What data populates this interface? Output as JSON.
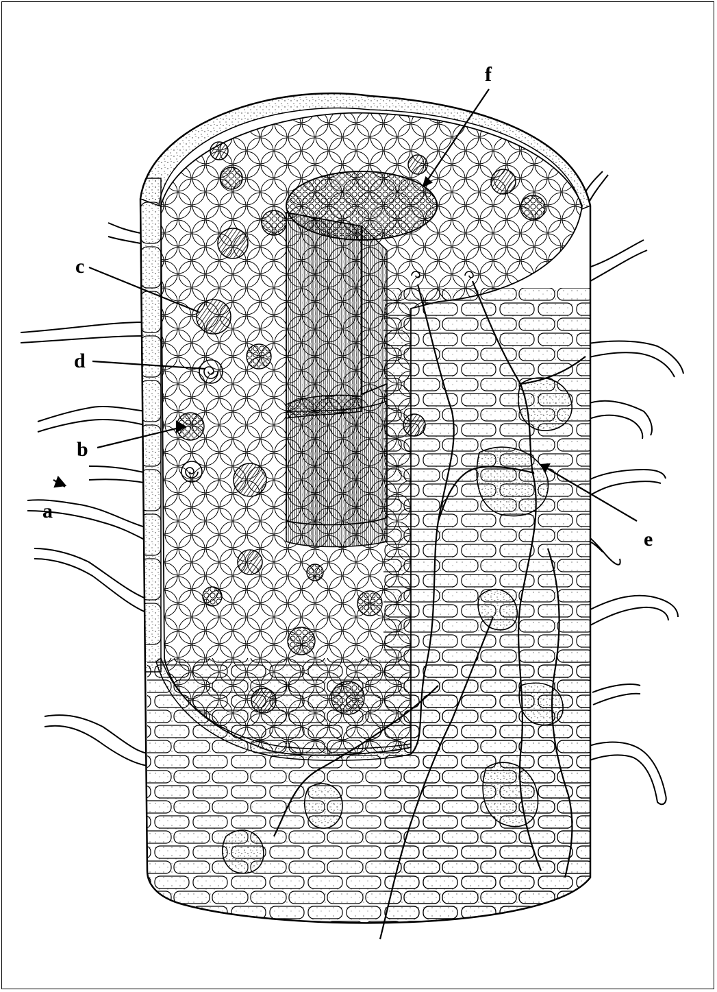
{
  "labels": {
    "a": "a",
    "b": "b",
    "c": "c",
    "d": "d",
    "e": "e",
    "f": "f"
  },
  "colors": {
    "ink": "#000000",
    "paper": "#ffffff",
    "stipple": "#2a2a2a"
  }
}
